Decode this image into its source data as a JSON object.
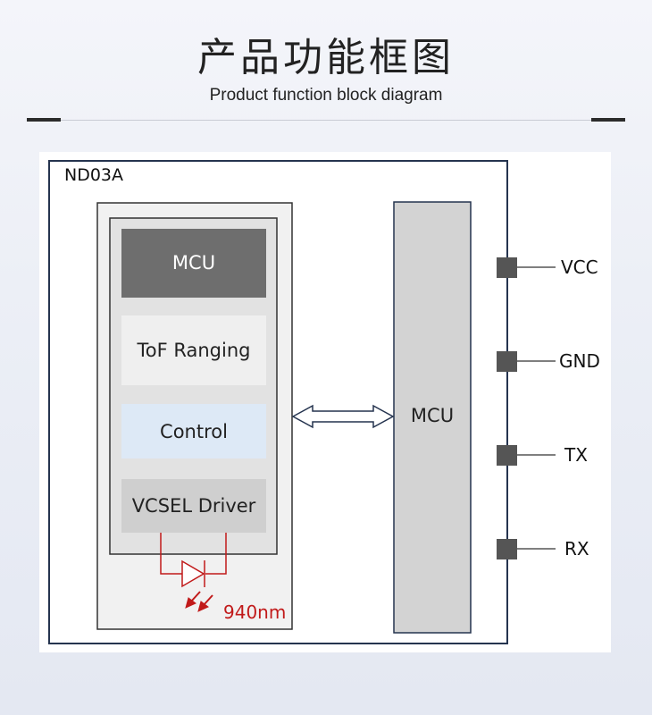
{
  "header": {
    "title": "产品功能框图",
    "subtitle": "Product function block diagram"
  },
  "diagram": {
    "module_label": "ND03A",
    "chip_blocks": [
      {
        "label": "MCU",
        "fill": "#6e6e6e",
        "text_color": "#ffffff"
      },
      {
        "label": "ToF Ranging",
        "fill": "#efefef",
        "text_color": "#222222"
      },
      {
        "label": "Control",
        "fill": "#dde9f6",
        "text_color": "#222222"
      },
      {
        "label": "VCSEL Driver",
        "fill": "#cfcfcf",
        "text_color": "#222222"
      }
    ],
    "external_mcu_label": "MCU",
    "emitter_label": "940nm",
    "pins": [
      "VCC",
      "GND",
      "TX",
      "RX"
    ],
    "colors": {
      "frame": "#25344f",
      "laser": "#c11a1a",
      "pin": "#555555"
    }
  }
}
